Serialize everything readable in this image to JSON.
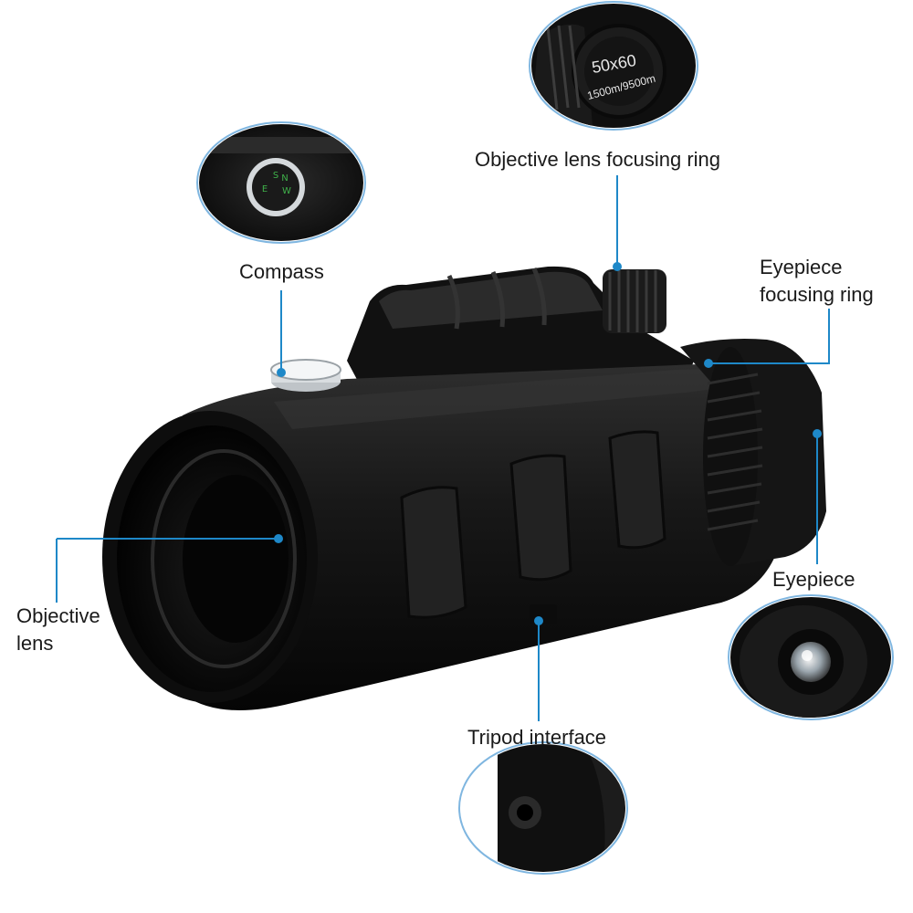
{
  "labels": {
    "objective_focus": "Objective lens focusing ring",
    "compass": "Compass",
    "eyepiece_focus_line1": "Eyepiece",
    "eyepiece_focus_line2": "focusing ring",
    "eyepiece": "Eyepiece",
    "objective_lens_line1": "Objective",
    "objective_lens_line2": "lens",
    "tripod": "Tripod interface"
  },
  "knob_marking": {
    "magnification": "50x60",
    "range": "1500m/9500m"
  },
  "compass_letters": [
    "N",
    "E",
    "S",
    "W"
  ],
  "colors": {
    "callout_line": "#1e88c8",
    "callout_dot": "#1e88c8",
    "bubble_border": "#7fb6e0",
    "body": "#141414"
  }
}
